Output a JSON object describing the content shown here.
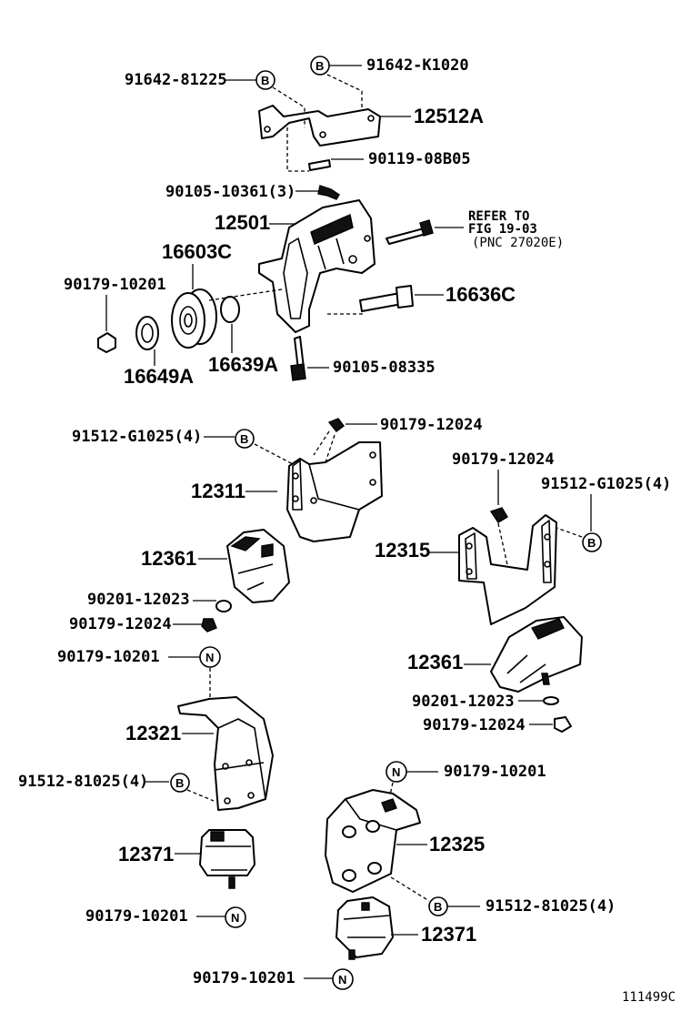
{
  "labels": {
    "p91642_81225": "91642-81225",
    "p91642_K1020": "91642-K1020",
    "p12512A": "12512A",
    "p90119_08B05": "90119-08B05",
    "p90105_10361": "90105-10361(3)",
    "p12501": "12501",
    "refer_line1": "REFER TO",
    "refer_line2": "FIG 19-03",
    "refer_line3": "(PNC 27020E)",
    "p16603C": "16603C",
    "p90179_10201_a": "90179-10201",
    "p16636C": "16636C",
    "p16649A": "16649A",
    "p16639A": "16639A",
    "p90105_08335": "90105-08335",
    "p91512_G1025_a": "91512-G1025(4)",
    "p90179_12024_a": "90179-12024",
    "p12311": "12311",
    "p90179_12024_b": "90179-12024",
    "p91512_G1025_b": "91512-G1025(4)",
    "p12361_a": "12361",
    "p12315": "12315",
    "p90201_12023_a": "90201-12023",
    "p90179_12024_c": "90179-12024",
    "p90179_10201_b": "90179-10201",
    "p12361_b": "12361",
    "p90201_12023_b": "90201-12023",
    "p90179_12024_d": "90179-12024",
    "p12321": "12321",
    "p91512_81025_a": "91512-81025(4)",
    "p90179_10201_c": "90179-10201",
    "p12371_a": "12371",
    "p12325": "12325",
    "p91512_81025_b": "91512-81025(4)",
    "p90179_10201_d": "90179-10201",
    "p12371_b": "12371",
    "p90179_10201_e": "90179-10201",
    "figure_code": "111499C"
  },
  "symbols": {
    "b": "B",
    "n": "N"
  }
}
